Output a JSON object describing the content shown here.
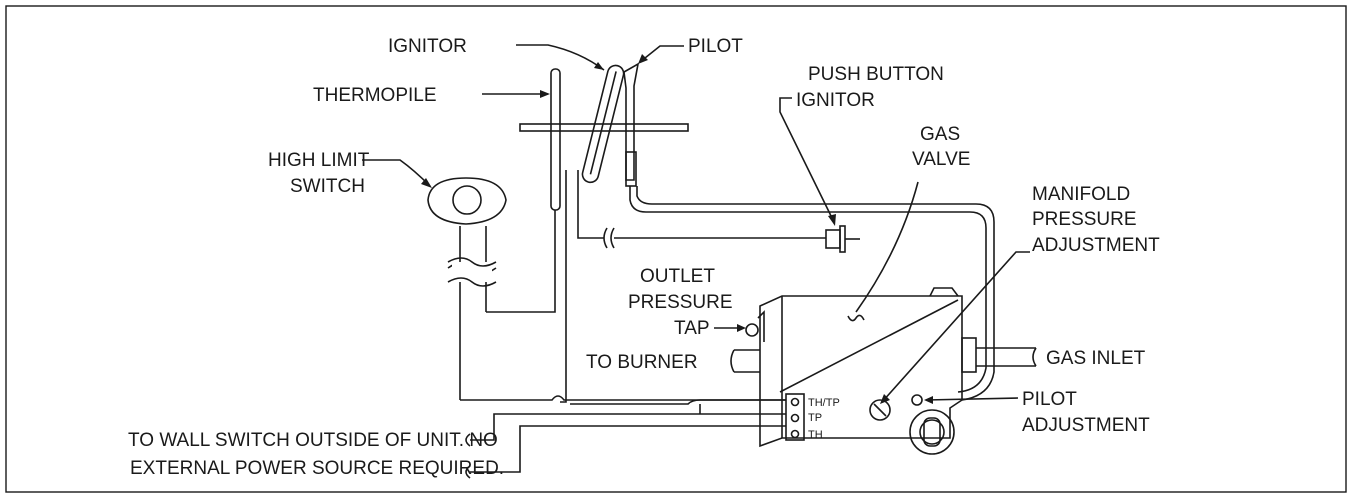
{
  "labels": {
    "ignitor": "IGNITOR",
    "pilot": "PILOT",
    "thermopile": "THERMOPILE",
    "push_button_1": "PUSH BUTTON",
    "push_button_2": "IGNITOR",
    "gas_valve_1": "GAS",
    "gas_valve_2": "VALVE",
    "high_limit_1": "HIGH LIMIT",
    "high_limit_2": "SWITCH",
    "manifold_1": "MANIFOLD",
    "manifold_2": "PRESSURE",
    "manifold_3": "ADJUSTMENT",
    "outlet_1": "OUTLET",
    "outlet_2": "PRESSURE",
    "outlet_3": "TAP",
    "to_burner": "TO BURNER",
    "gas_inlet": "GAS INLET",
    "pilot_adj_1": "PILOT",
    "pilot_adj_2": "ADJUSTMENT",
    "wall_switch_1": "TO WALL SWITCH OUTSIDE OF UNIT.  NO",
    "wall_switch_2": "EXTERNAL POWER SOURCE REQUIRED.",
    "term_thtp": "TH/TP",
    "term_tp": "TP",
    "term_th": "TH"
  }
}
